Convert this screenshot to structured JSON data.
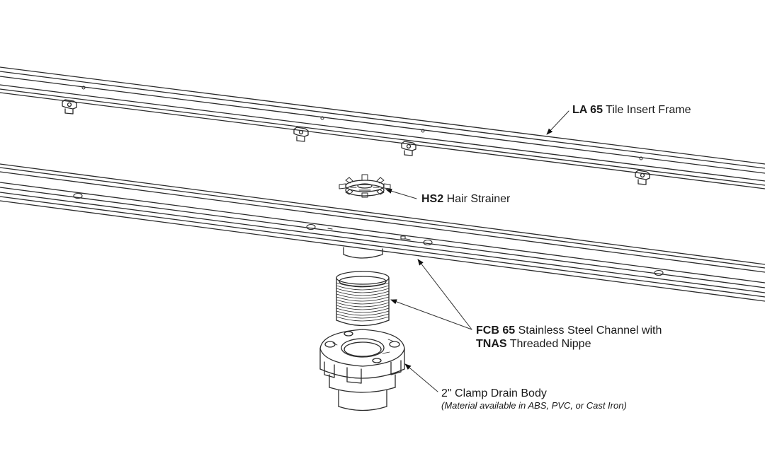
{
  "callouts": {
    "la65": {
      "code": "LA 65",
      "text": "Tile Insert Frame"
    },
    "hs2": {
      "code": "HS2",
      "text": "Hair Strainer"
    },
    "fcb65": {
      "line1_code": "FCB 65",
      "line1_text": "Stainless Steel Channel with",
      "line2_code": "TNAS",
      "line2_text": "Threaded Nippe"
    },
    "clamp": {
      "title": "2\" Clamp Drain Body",
      "note": "(Material available in ABS, PVC, or Cast Iron)"
    }
  },
  "colors": {
    "stroke": "#2b2b2b",
    "background": "#ffffff"
  }
}
